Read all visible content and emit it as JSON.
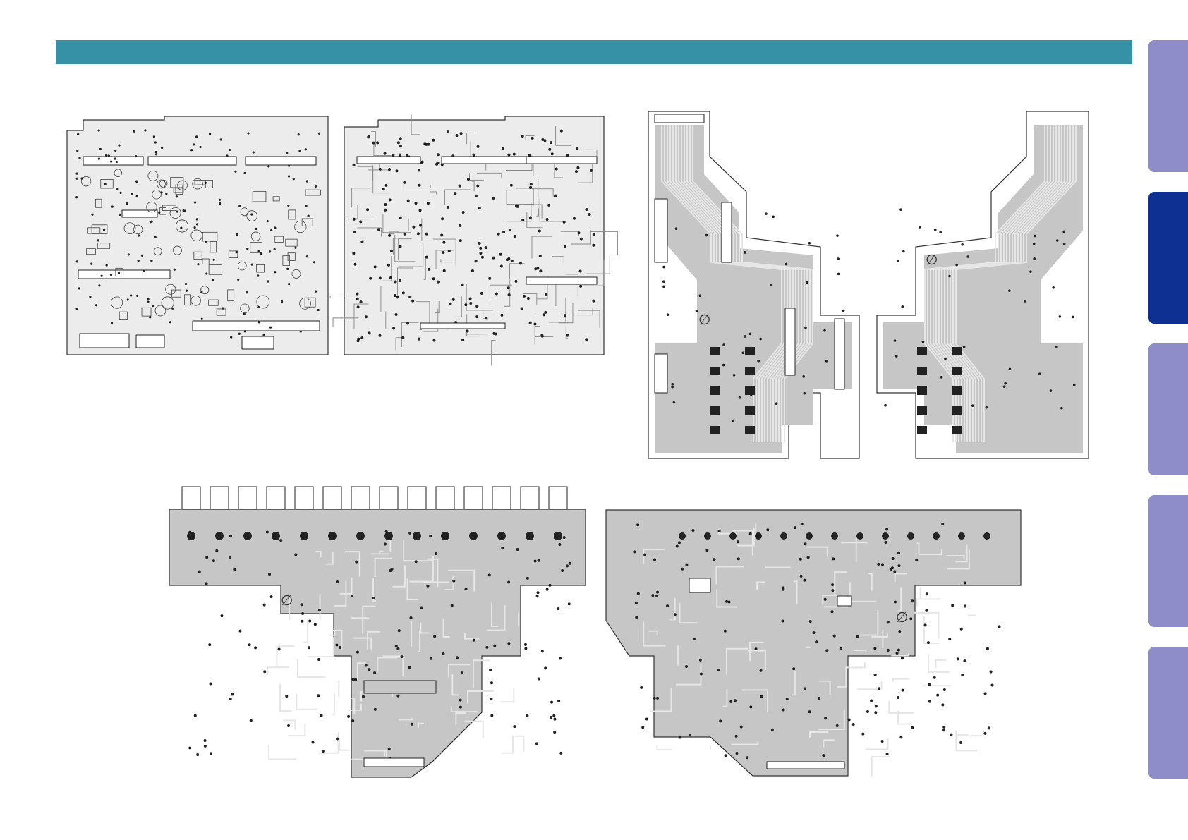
{
  "colors": {
    "header": "#3691a6",
    "tab_inactive": "#8e8cc9",
    "tab_active": "#0e3092",
    "board_fill": "#c6c6c6",
    "board_outline": "#333333",
    "trace_light": "#e6e6e6",
    "trace_dark": "#555555",
    "pad": "#222222"
  },
  "header": {
    "title": ""
  },
  "side_tabs": [
    {
      "id": "tab-1",
      "active": false
    },
    {
      "id": "tab-2",
      "active": true
    },
    {
      "id": "tab-3",
      "active": false
    },
    {
      "id": "tab-4",
      "active": false
    },
    {
      "id": "tab-5",
      "active": false
    }
  ],
  "boards": [
    {
      "id": "pcb-main-top",
      "side": "component"
    },
    {
      "id": "pcb-main-bottom",
      "side": "solder"
    },
    {
      "id": "pcb-flex-left",
      "side": "component",
      "symbol": "∅"
    },
    {
      "id": "pcb-flex-right",
      "side": "solder",
      "symbol": "∅"
    },
    {
      "id": "pcb-jack-top",
      "side": "component",
      "symbol": "∅"
    },
    {
      "id": "pcb-jack-bottom",
      "side": "solder",
      "symbol": "∅"
    }
  ]
}
